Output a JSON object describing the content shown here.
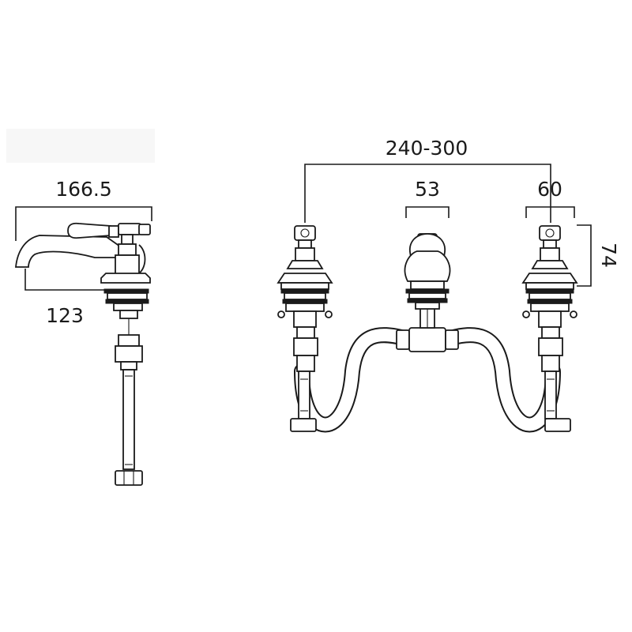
{
  "dimensions": {
    "side_total_width": "166.5",
    "side_spout_reach": "123",
    "overall_spread": "240-300",
    "spout_body_width": "53",
    "handle_width": "60",
    "handle_height": "74"
  },
  "colors": {
    "line": "#1a1a1a",
    "background": "#ffffff",
    "panel": "#f7f7f7"
  }
}
